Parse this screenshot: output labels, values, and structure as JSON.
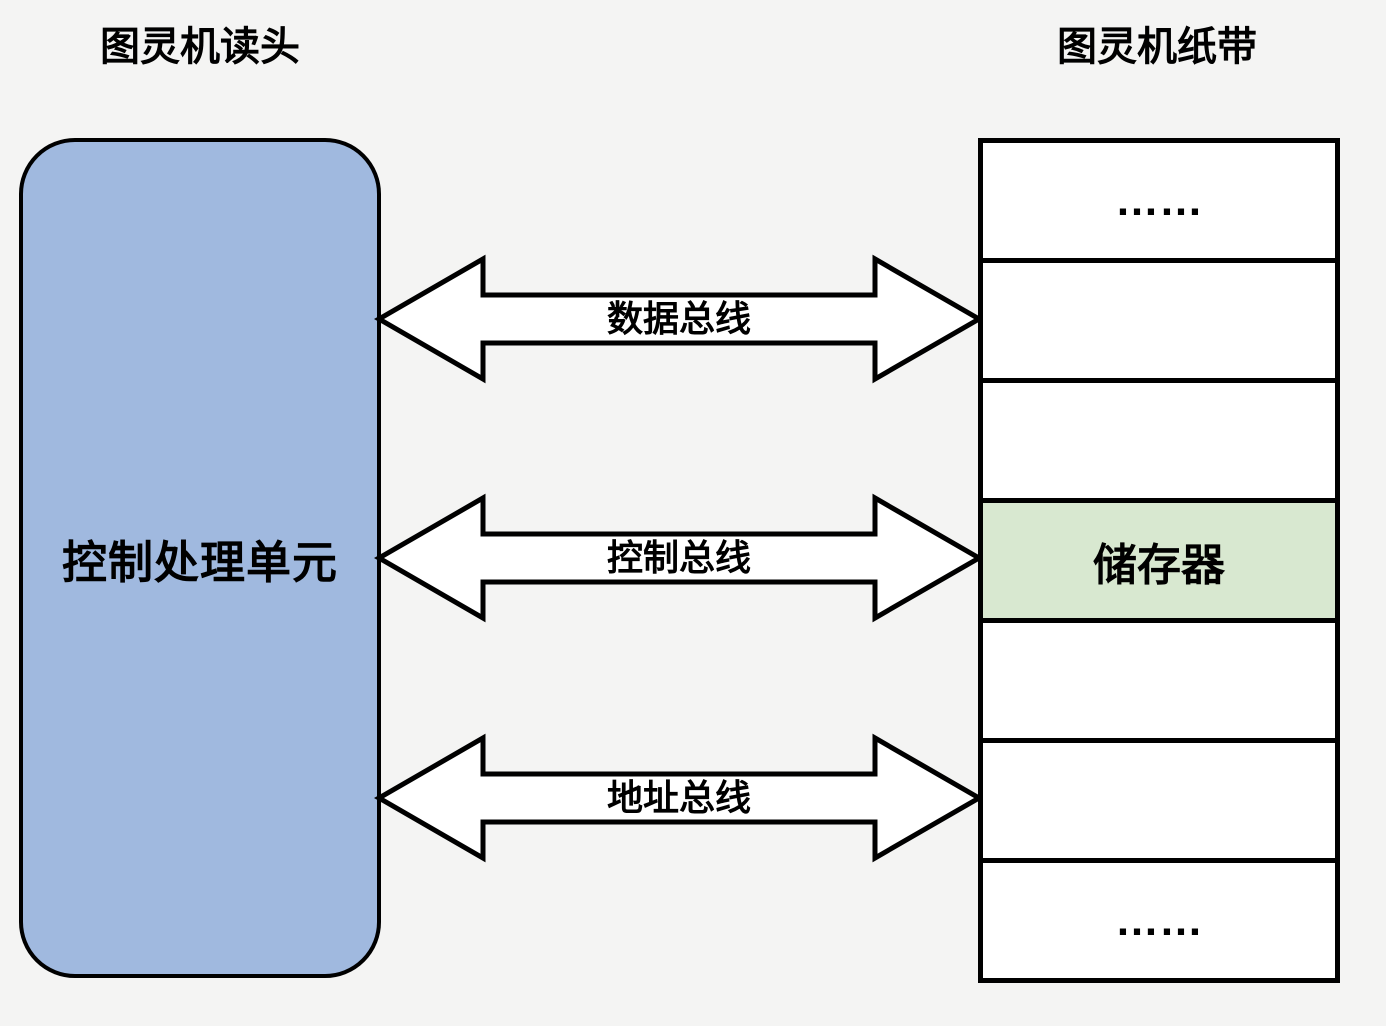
{
  "diagram": {
    "titles": {
      "left": "图灵机读头",
      "right": "图灵机纸带"
    },
    "cpu": {
      "label": "控制处理单元",
      "fill": "#A0B9DF"
    },
    "buses": [
      {
        "label": "数据总线"
      },
      {
        "label": "控制总线"
      },
      {
        "label": "地址总线"
      }
    ],
    "tape": {
      "highlight_fill": "#D8E8D0",
      "cells": [
        {
          "text": "……"
        },
        {
          "text": ""
        },
        {
          "text": ""
        },
        {
          "text": "储存器"
        },
        {
          "text": ""
        },
        {
          "text": ""
        },
        {
          "text": "……"
        }
      ]
    },
    "colors": {
      "background": "#F4F4F3",
      "stroke": "#000000",
      "arrow_fill": "#FFFFFF"
    }
  }
}
